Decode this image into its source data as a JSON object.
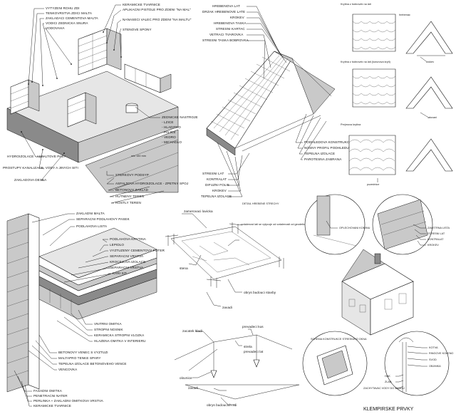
{
  "panel_flat_roof": {
    "labels": [
      "VYTYZENI ROHU ZDI",
      "TENKOVRSTVA ZDICI MALTA",
      "ZAKLADACI CEMENTOVA MALTA",
      "VODICI ZEDNICKA SNURA",
      "VODOVAHA",
      "KERAMICKE TVARNICE",
      "APLIKACNI PISTOLE PRO ZDENI \"NA MAL\"",
      "NANASECI VALEC PRO ZDENI \"NA MALTU\"",
      "STENOVE SPONY",
      "ZEDNICKE NASTROJE",
      "- LZICE",
      "- HLADITKO",
      "- PALICE",
      "- VEDRO",
      "- MICHADLO",
      "HYDROIZOLACE - ASFALTOVE PASY",
      "PROSTUPY KANALIZACE, VODY A JINYCH SITI",
      "ZAKLADOVA DESKA",
      "STERKOVY PODSYP",
      "ASFALTOVA HYDROIZOLACE - ZPETNY SPOJ",
      "BETONOVY ZAKLAD",
      "HUTNENY TEREN",
      "ROSTLY TEREN"
    ],
    "dimension": "min 150 mm"
  },
  "panel_pitched_roof": {
    "labels": [
      "HREBENOVA LAT",
      "DRZAK HREBENOVE LATE",
      "KROKEV",
      "HREBENOVA TASKA",
      "STRESNI KARTAC",
      "VETRACI TVAROVKA",
      "STRESNI TASKA BOBROVKA",
      "PODHLEDOVA KONSTRUKCE",
      "NOSNY PROFIL PODHLEDU",
      "TEPELNA IZOLACE",
      "PAROTESNA ZABRANA",
      "STRESNI LAT",
      "KONTRALAT",
      "DIFUZNI FOLIE",
      "KROKEV",
      "TEPELNA IZOLACE"
    ]
  },
  "panel_tiles": {
    "labels": [
      "Krytina z bobrovek na lati",
      "Krytina z bobrovek na lati (korunova kryti)",
      "Prejmova krytina",
      "krokev",
      "hrebenac",
      "latovani",
      "pozednice"
    ]
  },
  "panel_floor": {
    "labels": [
      "ZAKLADNI MALTA",
      "SEPARACNI PODLAHOVY PASEK",
      "PODLAHOVA LISTA",
      "PODLAHOVA KRYTINA",
      "LEPIDLO",
      "VYZTUZENY CEMENTOVY POTER",
      "SEPARACNI VRSTVA",
      "KROCEJOVA IZOLACE",
      "SEPARACNI VRSTVA",
      "KARI SIT",
      "VNITRNI OMITKA",
      "STROPNI NOSNIK",
      "KERAMICKA STROPNI VLOZKA",
      "HLAZENA OMITKA V INTERIERU",
      "BETONOVY VENEC S VYZTUZI",
      "MALTAPRO TENKE SPARY",
      "TEPELNA IZOLACE BETONOVEHO VENCE",
      "VENCOVKA",
      "FASADNI OMITKA",
      "PENETRACNI NATER",
      "PERLINKA + ZAKLADNI OMITKOVA VRSTVA",
      "KERAMICKE TVARNICE"
    ]
  },
  "panel_layout": {
    "labels": [
      "zamerovaci lavicka",
      "vzdalenost lati se vytycuje od vzdalenosti od geodeticke body",
      "stena",
      "obrys budouci stavby",
      "zavadi",
      "DETAIL HREBENE STRECHY"
    ]
  },
  "panel_truss": {
    "labels": [
      "zacatek kladi",
      "prevadeci kus",
      "strela",
      "prevadeci lat",
      "olovnice",
      "obrys budoucich zdi",
      "zavadi"
    ]
  },
  "panel_house": {
    "labels": [
      "OPLECHOVANI KOMINU",
      "ZAVETRNA LISTA",
      "STRESNI LAT",
      "KONTRALAT",
      "KROKEV",
      "SCHEMA KONSTRUKCE STRESNIHO OKNA",
      "KOTVA",
      "RINGOVE KOLENO",
      "SVOD",
      "OBJIMKA",
      "HAK",
      "ZLAB",
      "ZACHYTAVAC VODY DO SVODU"
    ],
    "title": "KLEMPIRSKE PRVKY"
  }
}
